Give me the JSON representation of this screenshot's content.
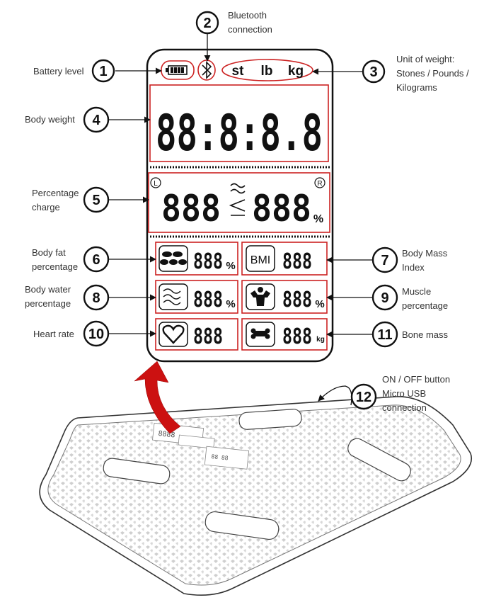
{
  "colors": {
    "highlight": "#cc2222",
    "arrow": "#cc1111",
    "ink": "#111111"
  },
  "callouts": [
    {
      "number": "1",
      "label": [
        "Battery level"
      ]
    },
    {
      "number": "2",
      "label": [
        "Bluetooth",
        "connection"
      ]
    },
    {
      "number": "3",
      "label": [
        "Unit of weight:",
        "Stones / Pounds /",
        "Kilograms"
      ]
    },
    {
      "number": "4",
      "label": [
        "Body weight"
      ]
    },
    {
      "number": "5",
      "label": [
        "Percentage",
        "charge"
      ]
    },
    {
      "number": "6",
      "label": [
        "Body fat",
        "percentage"
      ]
    },
    {
      "number": "7",
      "label": [
        "Body Mass",
        "Index"
      ]
    },
    {
      "number": "8",
      "label": [
        "Body water",
        "percentage"
      ]
    },
    {
      "number": "9",
      "label": [
        "Muscle",
        "percentage"
      ]
    },
    {
      "number": "10",
      "label": [
        "Heart rate"
      ]
    },
    {
      "number": "11",
      "label": [
        "Bone mass"
      ]
    },
    {
      "number": "12",
      "label": [
        "ON / OFF button",
        "Micro USB",
        "connection"
      ]
    }
  ],
  "display": {
    "units": [
      "st",
      "lb",
      "kg"
    ],
    "weight_digits": "88:8:8.8",
    "charge_left": "888",
    "charge_right": "888",
    "charge_unit": "%",
    "charge_left_marker": "L",
    "charge_right_marker": "R",
    "cells": {
      "body_fat": {
        "digits": "888",
        "unit": "%"
      },
      "bmi": {
        "tag": "BMI",
        "digits": "888",
        "unit": ""
      },
      "body_water": {
        "digits": "888",
        "unit": "%"
      },
      "muscle": {
        "digits": "888",
        "unit": "%"
      },
      "heart_rate": {
        "digits": "888",
        "unit": ""
      },
      "bone": {
        "digits": "888",
        "unit": "kg"
      }
    }
  },
  "icons": {
    "battery": "battery-icon",
    "bluetooth": "bluetooth-icon",
    "fat": "fat-cells-icon",
    "water": "water-waves-icon",
    "muscle": "muscle-man-icon",
    "heart": "heart-icon",
    "bone": "bone-icon"
  }
}
